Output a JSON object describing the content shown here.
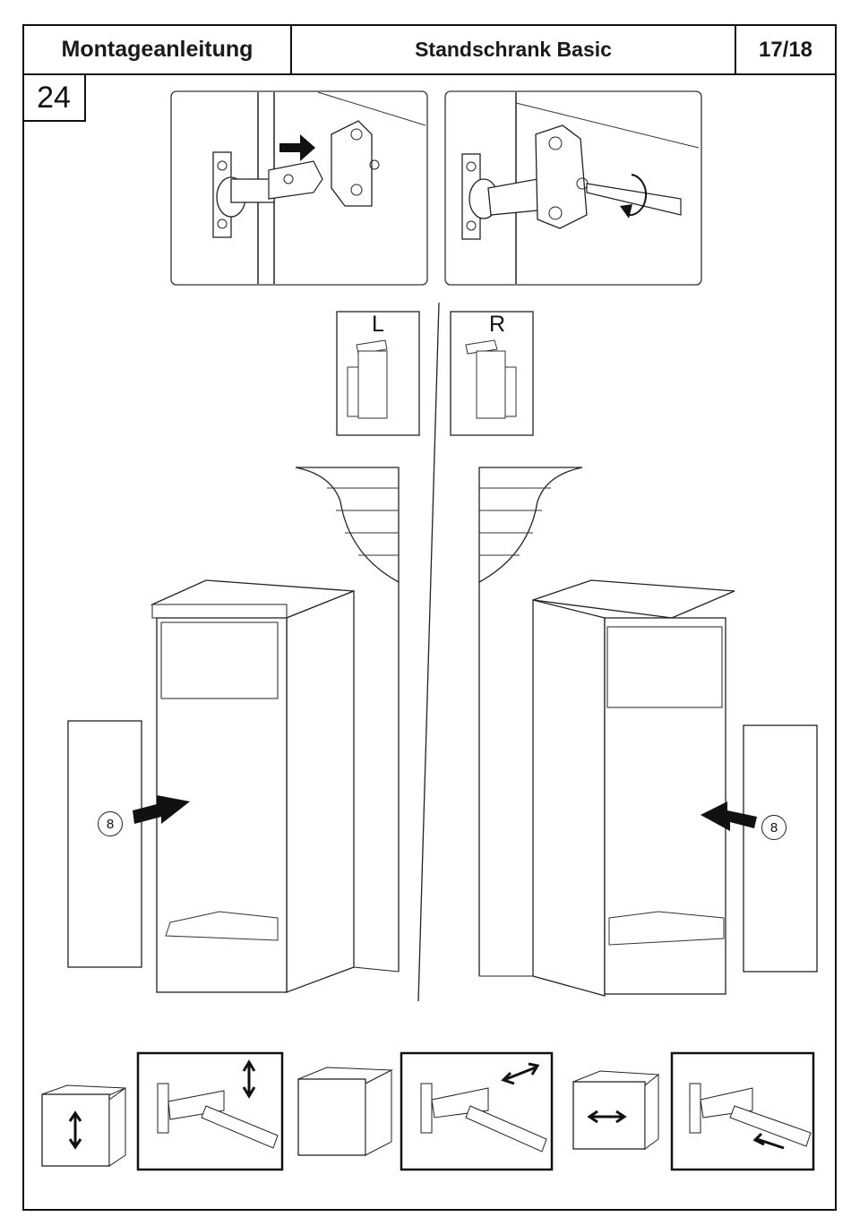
{
  "header": {
    "title": "Montageanleitung",
    "product": "Standschrank Basic",
    "page": "17/18"
  },
  "step_number": "24",
  "variants": {
    "left_label": "L",
    "right_label": "R"
  },
  "callouts": {
    "part_left": "8",
    "part_right": "8"
  },
  "icons": [
    "arrow-icon",
    "rotate-icon",
    "screwdriver-icon",
    "double-arrow-icon"
  ]
}
